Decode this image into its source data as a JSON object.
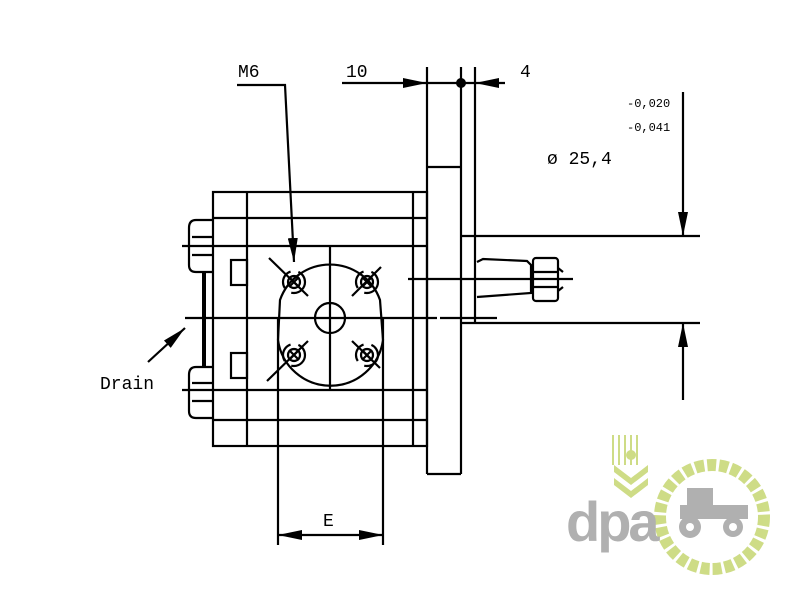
{
  "labels": {
    "thread": "M6",
    "dim_flange_offset": "10",
    "dim_flange_thickness": "4",
    "shaft_diameter": "ø 25,4",
    "tolerance_upper": "-0,020",
    "tolerance_lower": "-0,041",
    "drain": "Drain",
    "port_width": "E"
  },
  "logo": {
    "text": "dpa",
    "accent_color": "#c9d97a",
    "gray_color": "#a8a8a8"
  },
  "colors": {
    "line": "#000000",
    "background": "#ffffff"
  }
}
